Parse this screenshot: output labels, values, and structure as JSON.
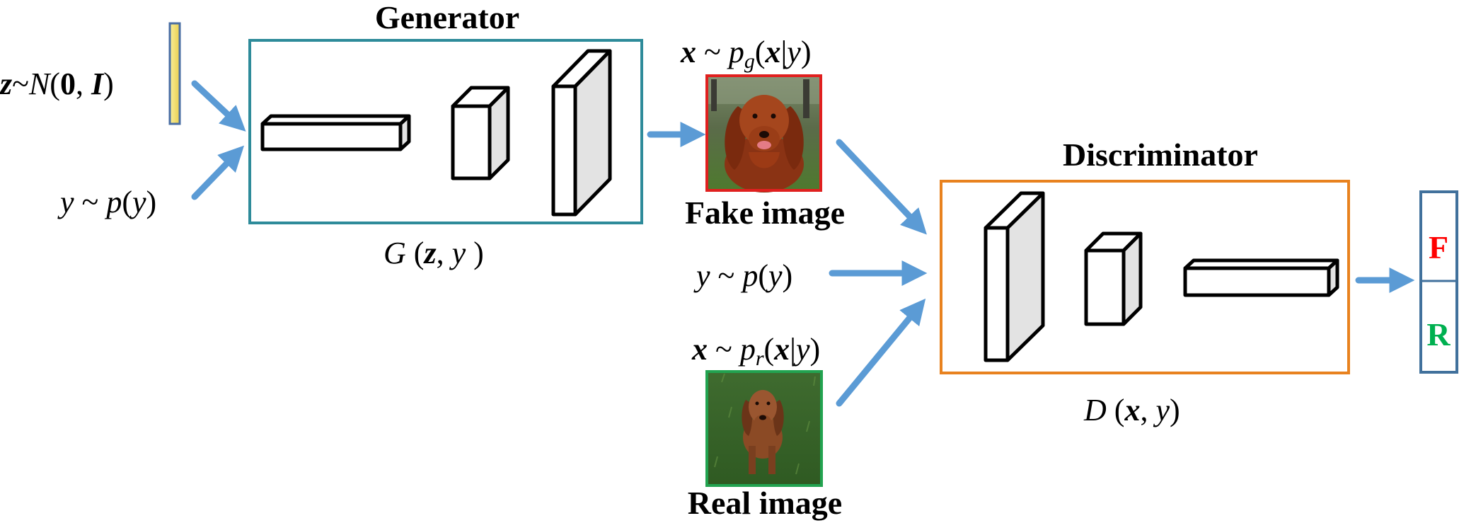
{
  "colors": {
    "generator_border": "#2e8b9a",
    "discriminator_border": "#e8821f",
    "arrow": "#5b9bd5",
    "fake_border": "#e0201f",
    "real_border": "#22a350",
    "output_border": "#41719c",
    "fake_letter": "#ff0000",
    "real_letter": "#00b050",
    "noise_fill": "#f4e27a"
  },
  "generator": {
    "title": "Generator",
    "function": {
      "name": "G",
      "args": [
        "z",
        "y"
      ]
    }
  },
  "discriminator": {
    "title": "Discriminator",
    "function": {
      "name": "D",
      "args": [
        "x",
        "y"
      ]
    }
  },
  "inputs": {
    "noise": {
      "var": "z",
      "dist": "N",
      "mean": "0",
      "cov": "I"
    },
    "label_to_generator": {
      "var": "y",
      "dist": "p"
    },
    "label_to_discriminator": {
      "var": "y",
      "dist": "p"
    }
  },
  "samples": {
    "fake": {
      "var": "x",
      "dist": "p",
      "subscript": "g",
      "cond": "y",
      "caption": "Fake image",
      "picture": "long-haired-red-setter-dog-photo"
    },
    "real": {
      "var": "x",
      "dist": "p",
      "subscript": "r",
      "cond": "y",
      "caption": "Real image",
      "picture": "bloodhound-dog-on-grass-photo"
    }
  },
  "output": {
    "fake_letter": "F",
    "real_letter": "R"
  }
}
